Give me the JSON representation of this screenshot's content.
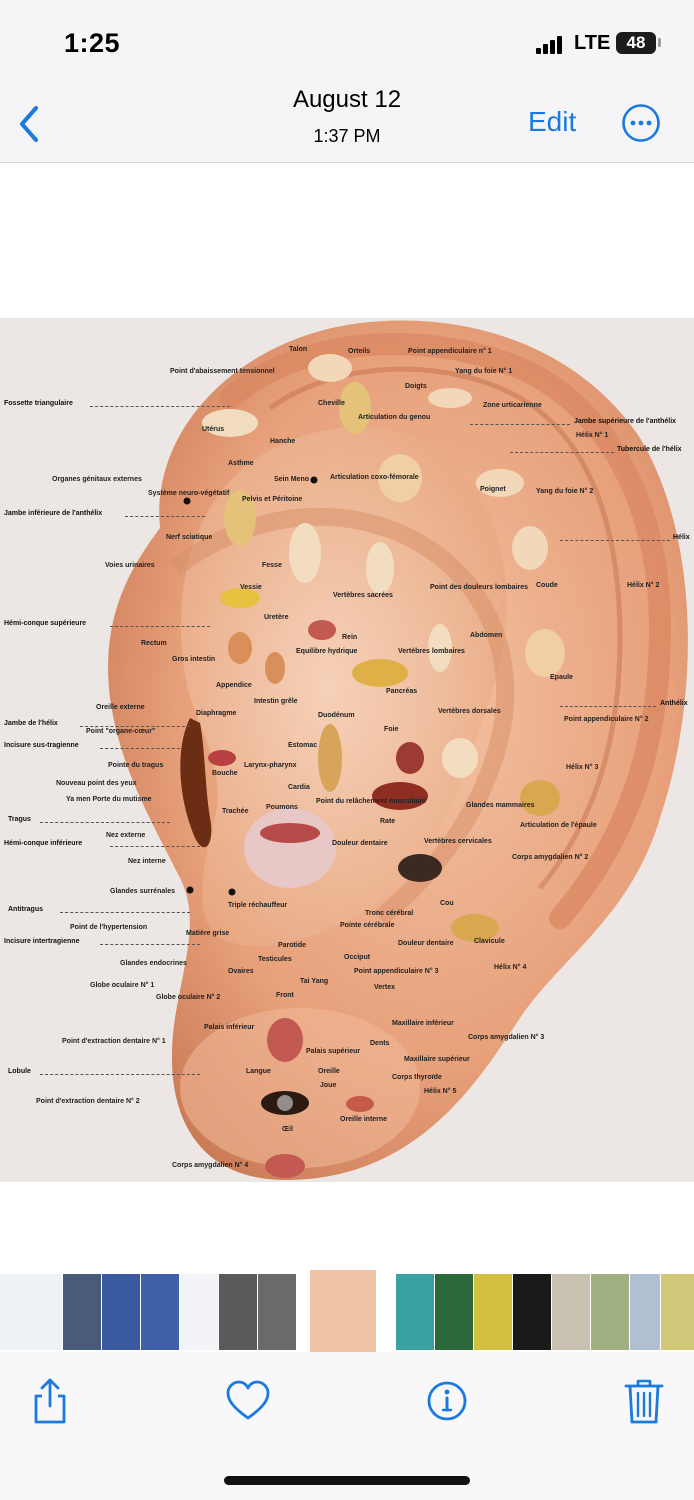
{
  "status_bar": {
    "time": "1:25",
    "network": "LTE",
    "battery": "48"
  },
  "nav": {
    "date": "August 12",
    "time": "1:37 PM",
    "edit_label": "Edit"
  },
  "photo": {
    "left_labels": [
      "Fossette triangulaire",
      "Jambe inférieure de l'anthélix",
      "Hémi-conque supérieure",
      "Jambe de l'hélix",
      "Incisure sus-tragienne",
      "Tragus",
      "Hémi-conque inférieure",
      "Antitragus",
      "Incisure intertragienne",
      "Lobule"
    ],
    "right_labels": [
      "Jambe supérieure de l'anthélix",
      "Tubercule de l'hélix",
      "Hélix",
      "Anthélix"
    ],
    "points": [
      "Point appendiculaire n° 1",
      "Yang du foie N° 1",
      "Zone urticarienne",
      "Hélix N° 1",
      "Yang du foie N° 2",
      "Hélix N° 2",
      "Point appendiculaire N° 2",
      "Hélix N° 3",
      "Articulation de l'épaule",
      "Corps amygdalien N° 2",
      "Hélix N° 4",
      "Corps amygdalien N° 3",
      "Hélix N° 5",
      "Point d'abaissement tensionnel",
      "Orteils",
      "Talon",
      "Doigts",
      "Cheville",
      "Articulation du genou",
      "Utérus",
      "Hanche",
      "Asthme",
      "Organes génitaux externes",
      "Système neuro-végétatif",
      "Sein Meno",
      "Articulation coxo-fémorale",
      "Pelvis et Péritoine",
      "Poignet",
      "Nerf sciatique",
      "Voies urinaires",
      "Fesse",
      "Vertèbres sacrées",
      "Point des douleurs lombaires",
      "Coude",
      "Vessie",
      "Uretère",
      "Rein",
      "Rectum",
      "Gros intestin",
      "Equilibre hydrique",
      "Vertèbres lombaires",
      "Abdomen",
      "Epaule",
      "Appendice",
      "Pancréas",
      "Oreille externe",
      "Intestin grêle",
      "Diaphragme",
      "Duodénum",
      "Vertèbres dorsales",
      "Point \"organe-cœur\"",
      "Foie",
      "Estomac",
      "Bouche",
      "Larynx-pharynx",
      "Pointe du tragus",
      "Nouveau point des yeux",
      "Ya men Porte du mutisme",
      "Cardia",
      "Poumons",
      "Point du relâchement musculaire",
      "Rate",
      "Trachée",
      "Glandes mammaires",
      "Vertèbres cervicales",
      "Nez externe",
      "Nez interne",
      "Douleur dentaire",
      "Cou",
      "Glandes surrénales",
      "Triple réchauffeur",
      "Tronc cérébral",
      "Point de l'hypertension",
      "Pointe cérébrale",
      "Matière grise",
      "Clavicule",
      "Parotide",
      "Testicules",
      "Occiput",
      "Glandes endocrines",
      "Ovaires",
      "Douleur dentaire",
      "Point appendiculaire N° 3",
      "Tai Yang",
      "Vertex",
      "Globe oculaire N° 1",
      "Globe oculaire N° 2",
      "Front",
      "Palais inférieur",
      "Maxillaire inférieur",
      "Point d'extraction dentaire N° 1",
      "Dents",
      "Palais supérieur",
      "Maxillaire supérieur",
      "Langue",
      "Oreille",
      "Corps thyroïde",
      "Joue",
      "Point d'extraction dentaire N° 2",
      "Oreille interne",
      "Œil",
      "Corps amygdalien N° 4"
    ]
  },
  "icons": {
    "back": "chevron-left-icon",
    "more": "ellipsis-circle-icon",
    "share": "share-icon",
    "favorite": "heart-icon",
    "info": "info-icon",
    "delete": "trash-icon"
  },
  "colors": {
    "accent": "#1a7ae0",
    "bar_background": "#f5f5f7"
  }
}
